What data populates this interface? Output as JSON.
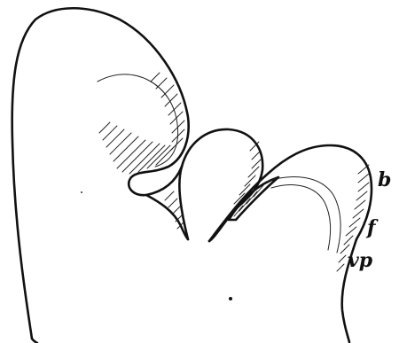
{
  "labels": {
    "b": "b",
    "f": "f",
    "vp": "vp"
  }
}
